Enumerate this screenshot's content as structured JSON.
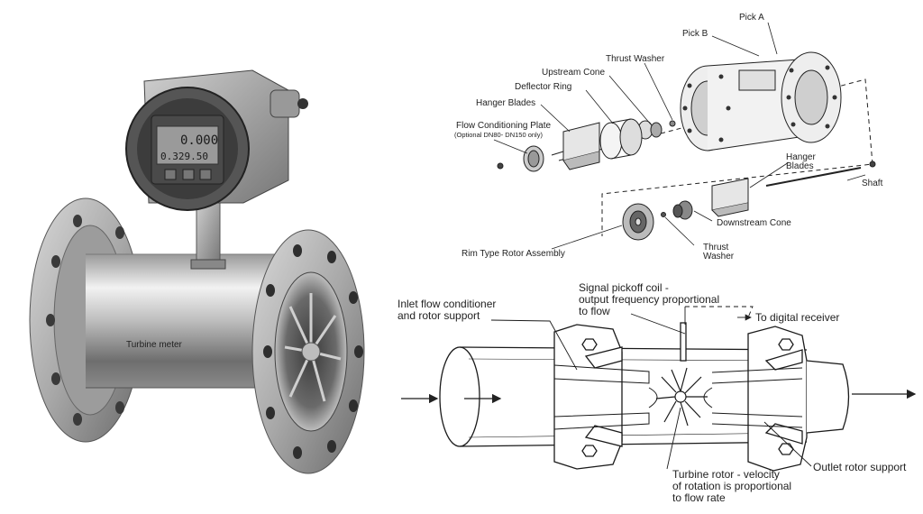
{
  "photo": {
    "display_value_top": "0.000",
    "display_value_bottom": "0.329.50",
    "body_engraving": "Turbine meter",
    "colors": {
      "steel_light": "#e8e8e8",
      "steel_dark": "#5e5e5e",
      "lcd": "#9a9a9a"
    }
  },
  "exploded_view": {
    "labels": {
      "pick_a": "Pick A",
      "pick_b": "Pick B",
      "thrust_washer_top": "Thrust Washer",
      "upstream_cone": "Upstream Cone",
      "deflector_ring": "Deflector Ring",
      "hanger_blades_left": "Hanger Blades",
      "flow_conditioning_plate": "Flow Conditioning Plate",
      "flow_conditioning_note": "(Optional DN80- DN150 only)",
      "hanger_blades_right_1": "Hanger",
      "hanger_blades_right_2": "Blades",
      "shaft": "Shaft",
      "downstream_cone": "Downstream Cone",
      "thrust_washer_bottom_1": "Thrust",
      "thrust_washer_bottom_2": "Washer",
      "rotor_assembly": "Rim Type Rotor Assembly"
    }
  },
  "cutaway": {
    "labels": {
      "inlet_1": "Inlet flow conditioner",
      "inlet_2": "and rotor support",
      "signal_1": "Signal pickoff coil -",
      "signal_2": "output frequency proportional",
      "signal_3": "to flow",
      "receiver": "To digital receiver",
      "rotor_1": "Turbine rotor - velocity",
      "rotor_2": "of rotation is proportional",
      "rotor_3": "to flow rate",
      "outlet": "Outlet rotor support"
    }
  }
}
